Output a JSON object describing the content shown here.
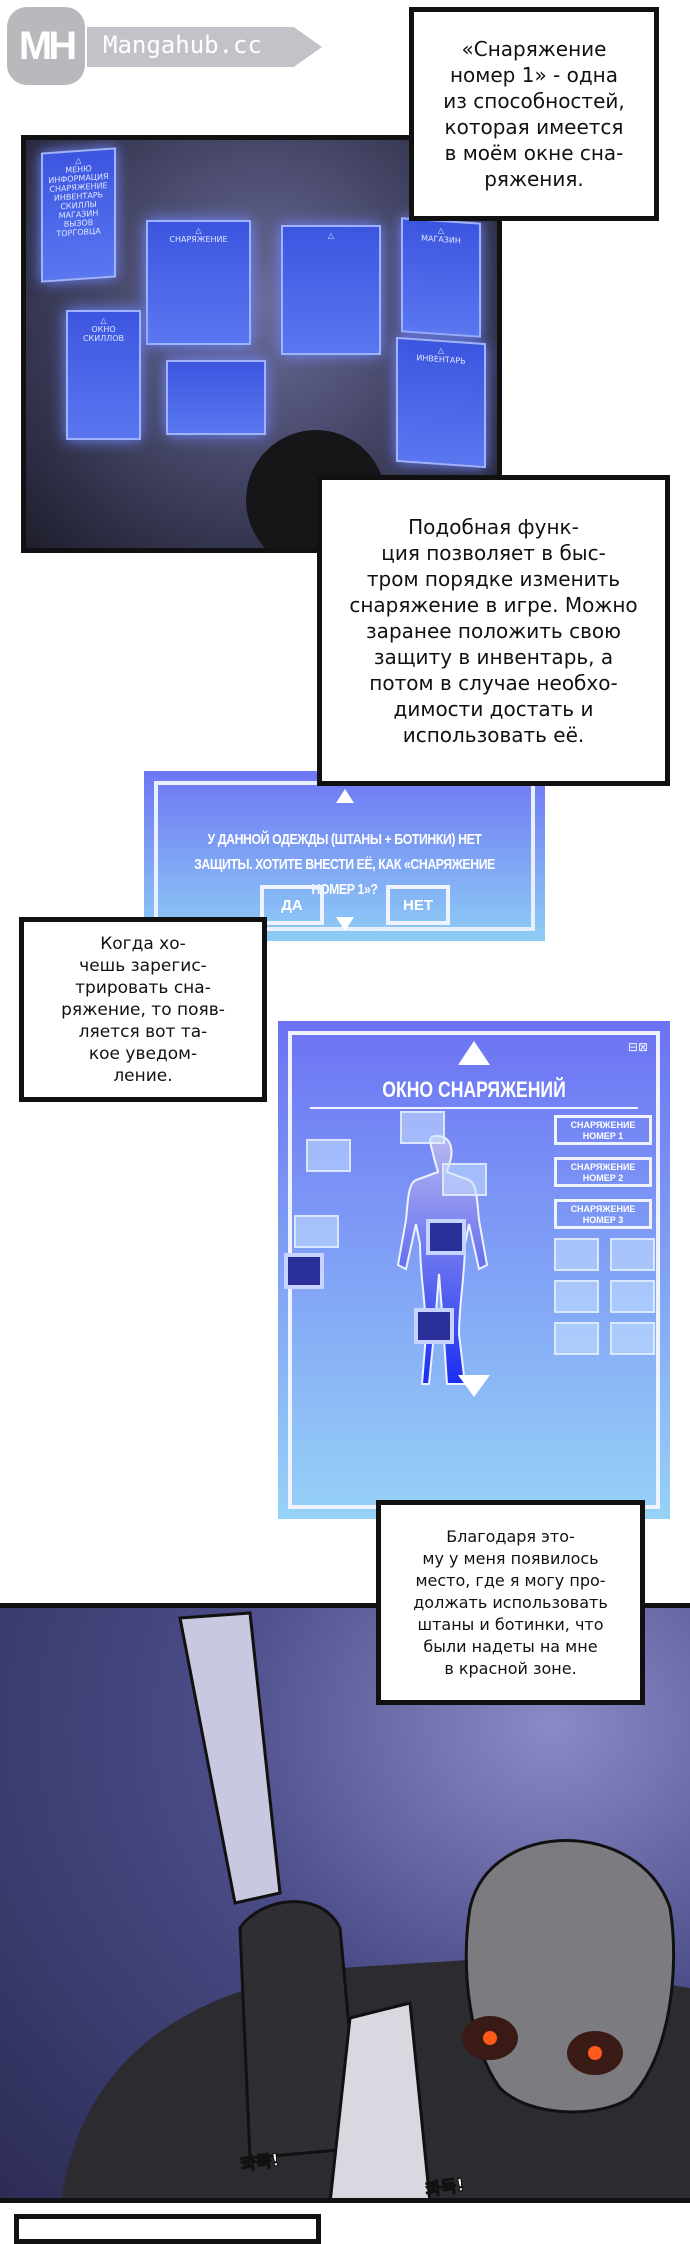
{
  "watermark": {
    "logo": "MH",
    "site": "Mangahub.cc"
  },
  "captions": {
    "c1": "«Снаряжение\nномер 1» - одна\nиз способностей,\nкоторая имеется\nв моём окне сна-\nряжения.",
    "c2": "Подобная функ-\nция позволяет в быс-\nтром порядке изменить\nснаряжение в игре. Можно\nзаранее положить свою\nзащиту в инвентарь, а\nпотом в случае необхо-\nдимости достать и\nиспользовать её.",
    "c3": "Когда хо-\nчешь зарегис-\nтрировать сна-\nряжение, то появ-\nляется вот та-\nкое уведом-\nление.",
    "c4": "Благодаря это-\nму у меня появилось\nместо, где я могу про-\nдолжать использовать\nштаны и ботинки, что\nбыли надеты на мне\nв красной зоне."
  },
  "panel1_screens": {
    "menu": {
      "title": "МЕНЮ",
      "items": [
        "ИНФОРМАЦИЯ",
        "СНАРЯЖЕНИЕ",
        "ИНВЕНТАРЬ",
        "СКИЛЛЫ",
        "МАГАЗИН",
        "ВЫЗОВ ТОРГОВЦА"
      ]
    },
    "equip": "СНАРЯЖЕНИЕ",
    "shop": "МАГАЗИН",
    "inventory": "ИНВЕНТАРЬ",
    "skills": "ОКНО СКИЛЛОВ"
  },
  "dialog": {
    "text": "У ДАННОЙ ОДЕЖДЫ (ШТАНЫ + БОТИНКИ) НЕТ\nЗАЩИТЫ. ХОТИТЕ ВНЕСТИ ЕЁ, КАК «СНАРЯЖЕНИЕ НОМЕР 1»?",
    "yes": "ДА",
    "no": "НЕТ"
  },
  "equipment_window": {
    "title": "ОКНО СНАРЯЖЕНИЙ",
    "sets": [
      "СНАРЯЖЕНИЕ\nНОМЕР 1",
      "СНАРЯЖЕНИЕ\nНОМЕР 2",
      "СНАРЯЖЕНИЕ\nНОМЕР 3"
    ],
    "window_controls": "⊟⊠"
  },
  "sfx": {
    "s1": "콰득!",
    "s2": "콰득!"
  },
  "colors": {
    "holo": "#6c72f4",
    "eyes": "#ff5a1a"
  }
}
